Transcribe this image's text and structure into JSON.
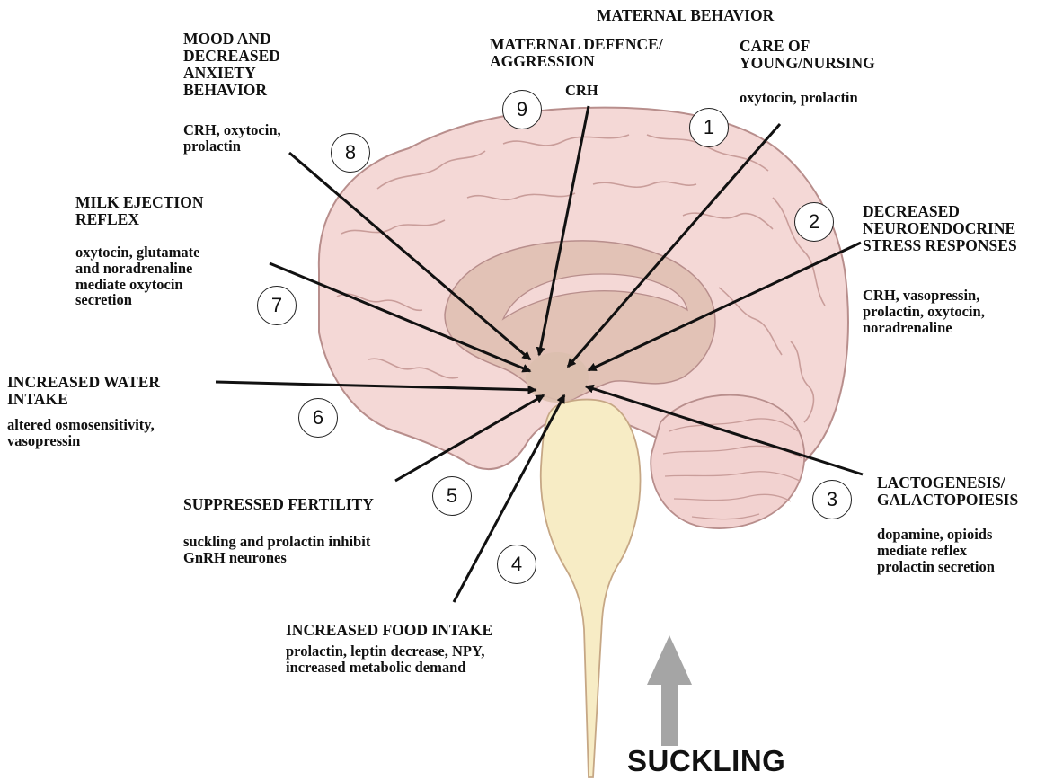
{
  "colors": {
    "cortex": "#f4d8d6",
    "cortex_outline": "#b88e8c",
    "inner": "#e2c2b6",
    "stem": "#f7ecc5",
    "stem_outline": "#c6a785",
    "arrow": "#111111",
    "suckling_arrow": "#a5a5a5"
  },
  "header": {
    "maternal_behavior": "MATERNAL BEHAVIOR"
  },
  "items": [
    {
      "number": "1",
      "title": "CARE OF\nYOUNG/NURSING",
      "detail": "oxytocin, prolactin"
    },
    {
      "number": "2",
      "title": "DECREASED\nNEUROENDOCRINE\nSTRESS RESPONSES",
      "detail": "CRH, vasopressin,\nprolactin, oxytocin,\nnoradrenaline"
    },
    {
      "number": "3",
      "title": "LACTOGENESIS/\nGALACTOPOIESIS",
      "detail": "dopamine, opioids\nmediate reflex\nprolactin secretion"
    },
    {
      "number": "4",
      "title": "INCREASED FOOD INTAKE",
      "detail": "prolactin, leptin decrease, NPY,\nincreased metabolic demand"
    },
    {
      "number": "5",
      "title": "SUPPRESSED FERTILITY",
      "detail": "suckling and prolactin inhibit\nGnRH neurones"
    },
    {
      "number": "6",
      "title": "INCREASED WATER\nINTAKE",
      "detail": "altered osmosensitivity,\nvasopressin"
    },
    {
      "number": "7",
      "title": "MILK EJECTION\nREFLEX",
      "detail": "oxytocin, glutamate\nand noradrenaline\nmediate oxytocin\nsecretion"
    },
    {
      "number": "8",
      "title": "MOOD AND\nDECREASED\nANXIETY\nBEHAVIOR",
      "detail": "CRH, oxytocin,\nprolactin"
    },
    {
      "number": "9",
      "title": "MATERNAL DEFENCE/\nAGGRESSION",
      "detail": "CRH"
    }
  ],
  "stimulus": {
    "label": "SUCKLING"
  }
}
